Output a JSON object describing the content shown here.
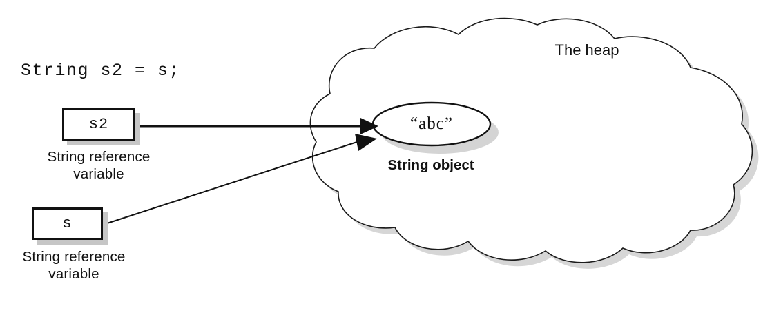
{
  "diagram": {
    "title_text": "String s2 = s;",
    "code": {
      "text": "String s2 = s;"
    },
    "heap": {
      "label": "The heap",
      "shape": "cloud"
    },
    "string_object": {
      "value": "“abc”",
      "label": "String object",
      "shape": "ellipse"
    },
    "variables": [
      {
        "name": "s2",
        "box_label": "s2",
        "caption_line1": "String reference",
        "caption_line2": "variable"
      },
      {
        "name": "s",
        "box_label": "s",
        "caption_line1": "String reference",
        "caption_line2": "variable"
      }
    ],
    "arrows": [
      {
        "from": "s2",
        "to": "string-object",
        "style": "solid-horizontal"
      },
      {
        "from": "s",
        "to": "string-object",
        "style": "solid-diagonal"
      }
    ],
    "colors": {
      "stroke": "#111111",
      "shadow": "#c6c6c6",
      "background": "#ffffff"
    }
  }
}
